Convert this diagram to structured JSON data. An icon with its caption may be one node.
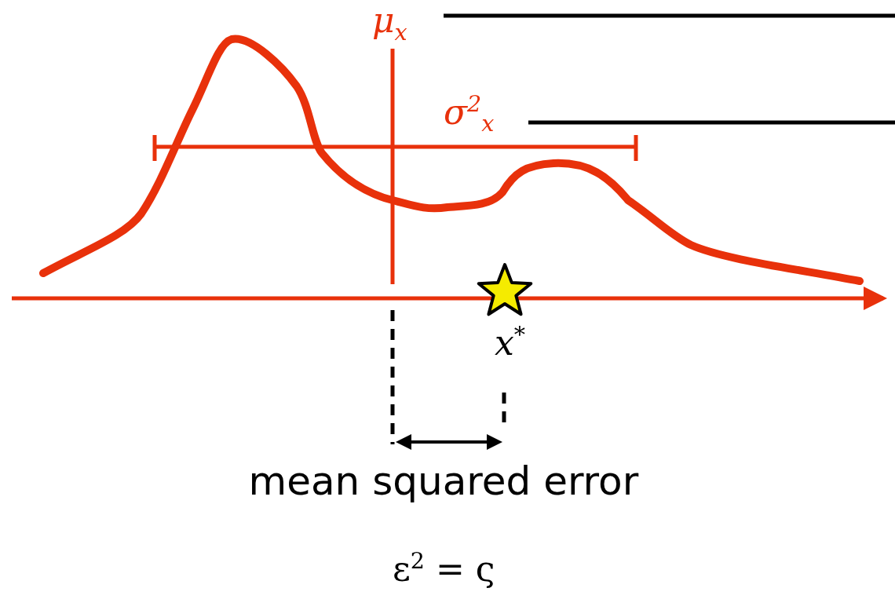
{
  "diagram": {
    "labels": [
      "μ$_{x}$",
      "σ$^{2}$$_{x}$",
      "x$^{*}$",
      "mean squared error",
      "ε$^{2}$ = ς"
    ]
  }
}
